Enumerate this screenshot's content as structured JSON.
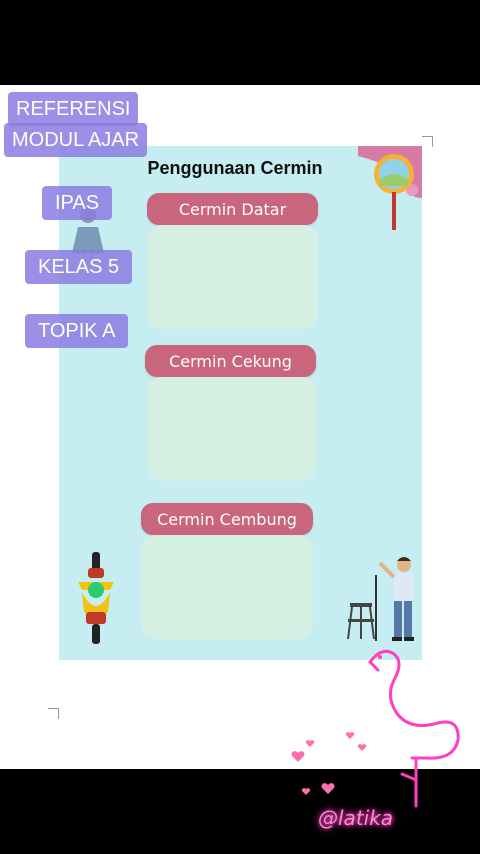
{
  "overlay_tags": {
    "referensi": "REFERENSI",
    "modul_ajar": "MODUL AJAR",
    "ipas": "IPAS",
    "kelas": "KELAS 5",
    "topik": "TOPIK A"
  },
  "worksheet": {
    "title": "Penggunaan Cermin",
    "sections": [
      {
        "label": "Cermin Datar"
      },
      {
        "label": "Cermin Cekung"
      },
      {
        "label": "Cermin Cembung"
      }
    ]
  },
  "watermark": "@latika",
  "colors": {
    "background": "#000000",
    "page": "#ffffff",
    "worksheet": "#c6eef2",
    "pill": "#c9657d",
    "answer_box": "#d6f0e1",
    "tag": "#8a7de0",
    "neon": "#ff3fbf"
  },
  "icons": [
    "mirror-icon",
    "girl-illustration",
    "motorcycle-illustration",
    "boy-singer-illustration",
    "flamingo-icon",
    "heart-icon"
  ]
}
